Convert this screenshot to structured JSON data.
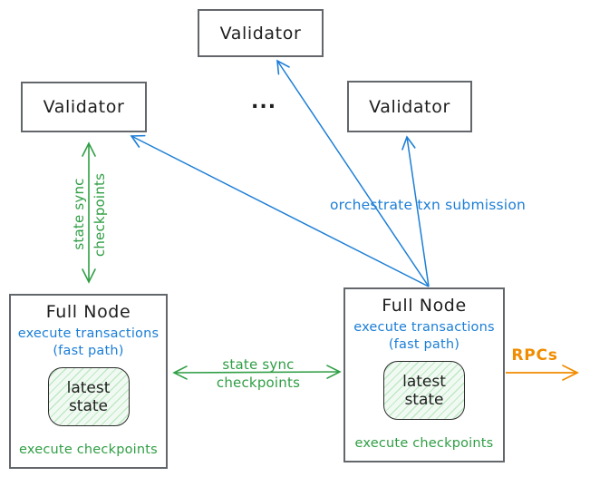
{
  "colors": {
    "blue": "#1c7ed6",
    "green": "#2f9e44",
    "orange": "#f08c00",
    "ink": "#1e1e1e",
    "box_border": "#63676c",
    "state_fill": "#f1faf2",
    "state_hatch": "#bfe8c6"
  },
  "validators": {
    "top": {
      "label": "Validator"
    },
    "left": {
      "label": "Validator"
    },
    "right": {
      "label": "Validator"
    },
    "ellipsis": "..."
  },
  "full_node_left": {
    "title": "Full Node",
    "exec_transactions": "execute transactions",
    "fast_path": "(fast path)",
    "state_line1": "latest",
    "state_line2": "state",
    "exec_checkpoints": "execute checkpoints"
  },
  "full_node_right": {
    "title": "Full Node",
    "exec_transactions": "execute transactions",
    "fast_path": "(fast path)",
    "state_line1": "latest",
    "state_line2": "state",
    "exec_checkpoints": "execute checkpoints"
  },
  "arrow_labels": {
    "vertical_state_sync_line1": "state sync",
    "vertical_state_sync_line2": "checkpoints",
    "horizontal_state_sync_line1": "state sync",
    "horizontal_state_sync_line2": "checkpoints",
    "orchestrate": "orchestrate txn submission",
    "rpcs": "RPCs"
  }
}
